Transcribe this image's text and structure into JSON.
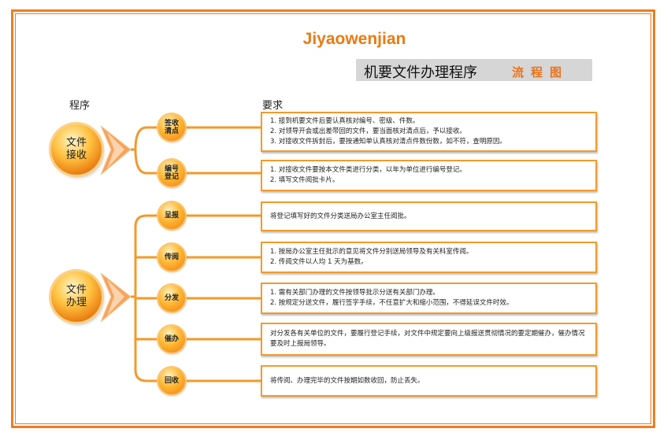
{
  "brand": "Jiyaowenjian",
  "title": "机要文件办理程序",
  "subtitle": "流程图",
  "headers": {
    "procedure": "程序",
    "requirements": "要求"
  },
  "colors": {
    "accent": "#f07d1e",
    "box_border": "#f39a2a",
    "title_bg": "#d6d6d6"
  },
  "stages": [
    {
      "label": "文件接收",
      "steps": [
        {
          "label": "签收清点",
          "requirements": [
            "1. 接到机要文件后要认真核对编号、密级、件数。",
            "2. 对领导开会或出差带回的文件，要当面核对清点后，予以接收。",
            "3. 对接收文件拆封后，要按通知单认真核对清点件数份数，如不符，查明原因。"
          ]
        },
        {
          "label": "编号登记",
          "requirements": [
            "1. 对接收文件要按本文件类进行分类，以年为单位进行编号登记。",
            "2. 填写文件阅批卡片。"
          ]
        }
      ]
    },
    {
      "label": "文件办理",
      "steps": [
        {
          "label": "呈报",
          "requirements": [
            "将登记填写好的文件分类送局办公室主任阅批。"
          ]
        },
        {
          "label": "传阅",
          "requirements": [
            "1. 按局办公室主任批示的意见将文件分别送局领导及有关科室传阅。",
            "2. 传阅文件以人均 1 天为基数。"
          ]
        },
        {
          "label": "分发",
          "requirements": [
            "1. 需有关部门办理的文件按领导批示分送有关部门办理。",
            "2. 按规定分送文件，履行签字手续，不任意扩大和缩小范围，不得延误文件时效。"
          ]
        },
        {
          "label": "催办",
          "requirements": [
            "对分发各有关单位的文件，要履行登记手续，对文件中规定要向上级报送贯彻情况的要定期催办，催办情况要及时上报局领导。"
          ]
        },
        {
          "label": "回收",
          "requirements": [
            "将传阅、办理完毕的文件按期如数收回，防止丢失。"
          ]
        }
      ]
    }
  ]
}
